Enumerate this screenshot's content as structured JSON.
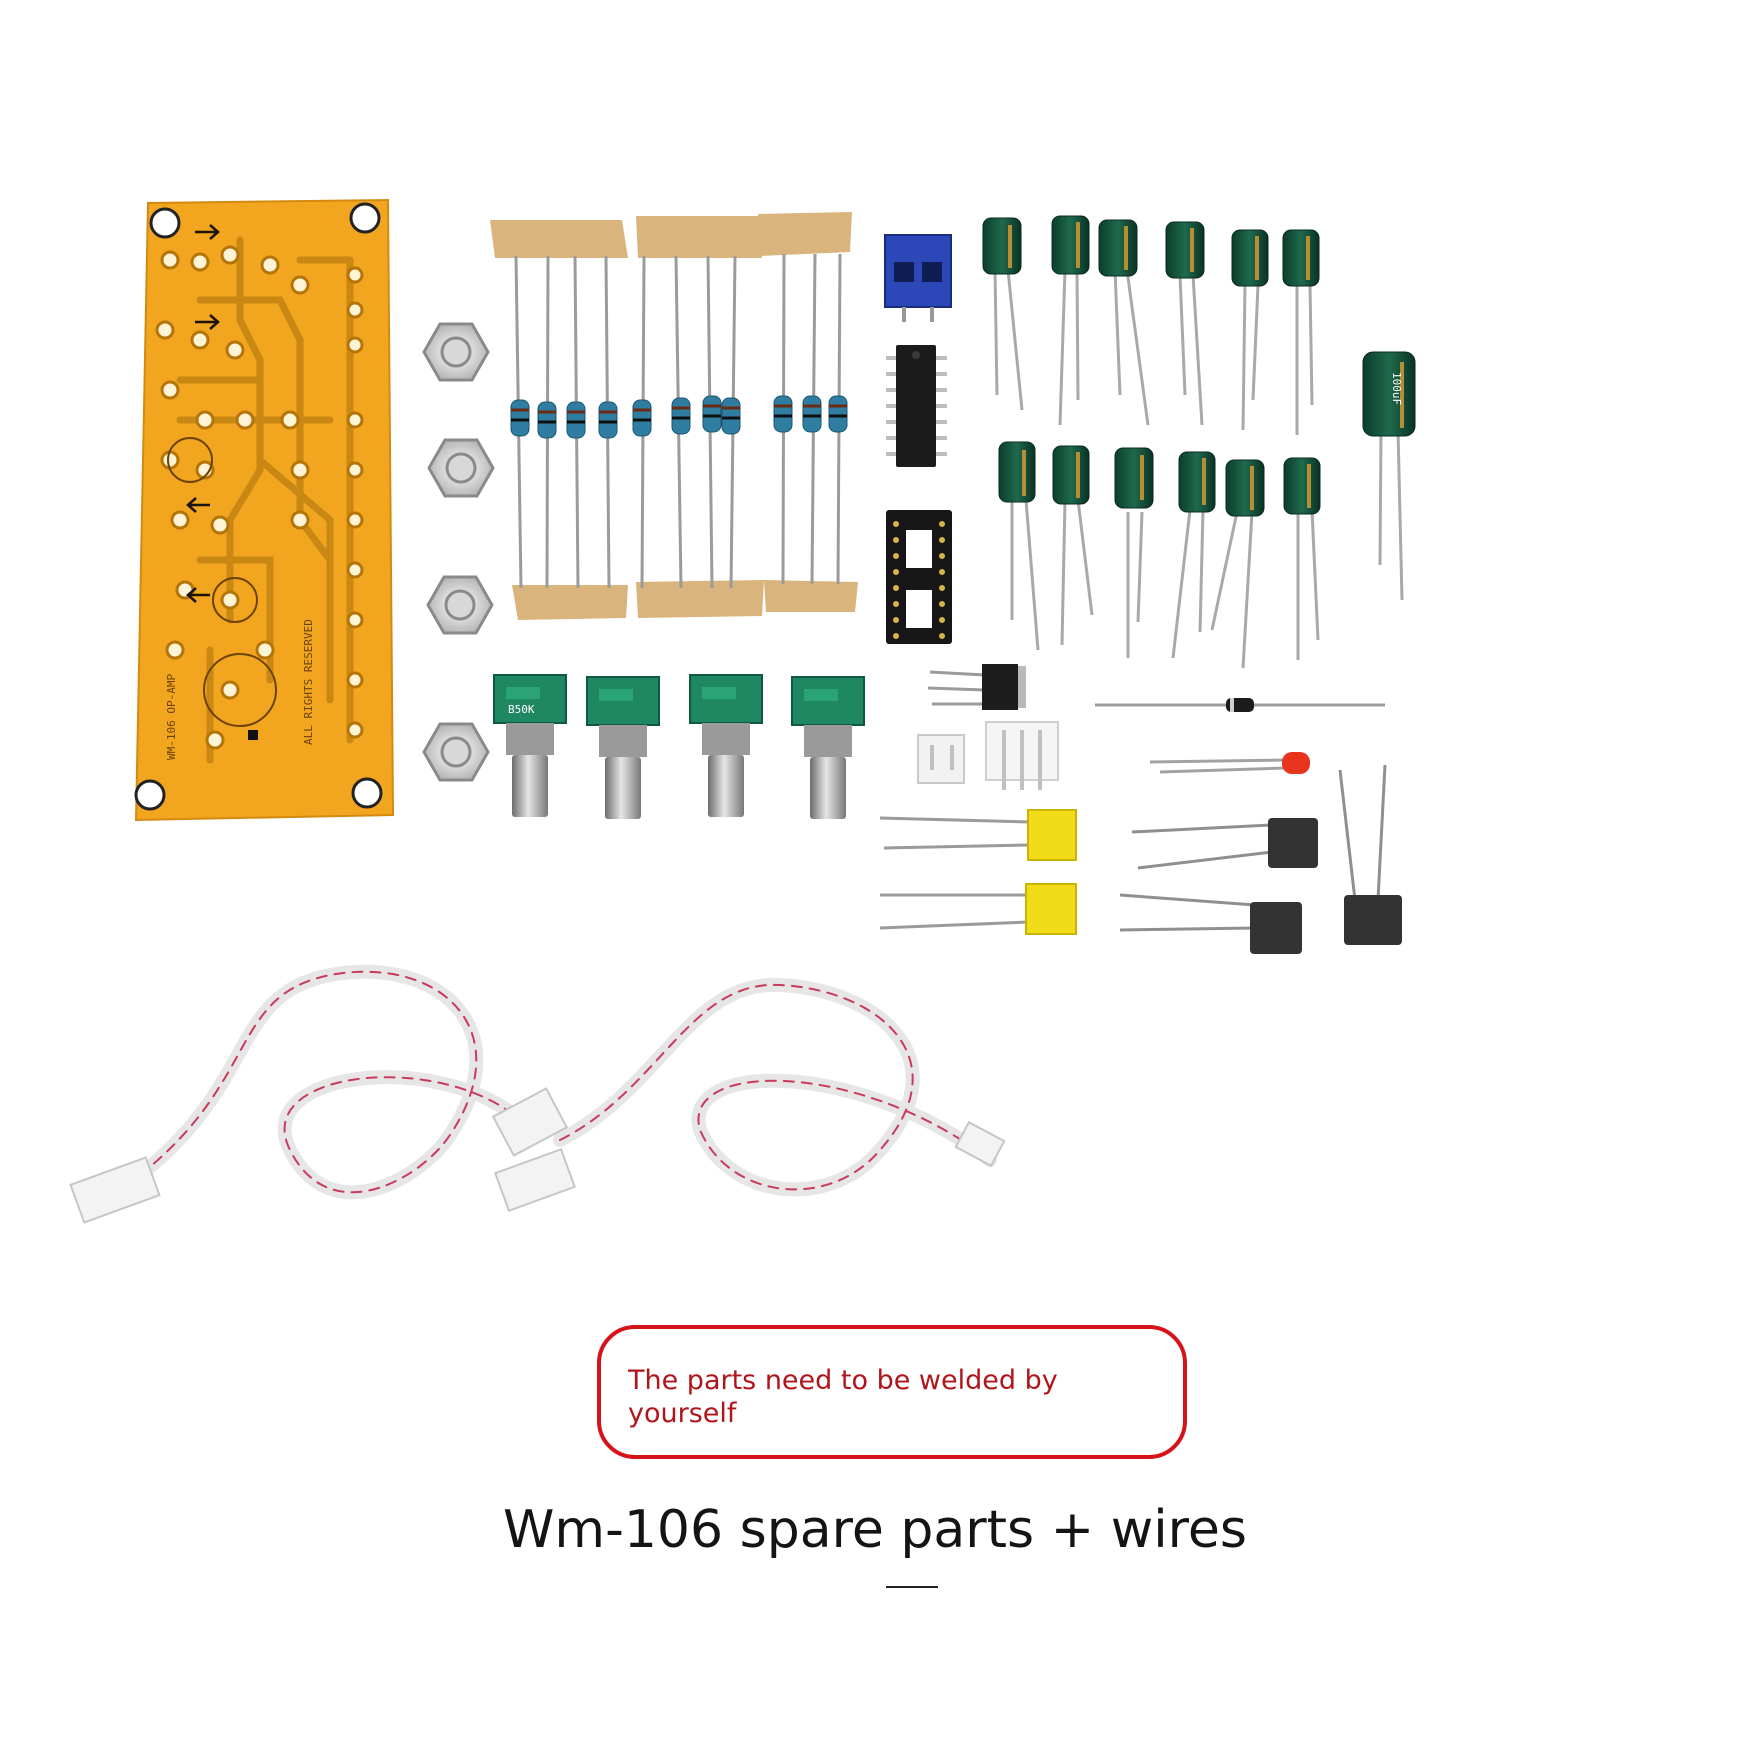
{
  "photo": {
    "pcb_silkscreen": [
      "ALL RIGHTS RESERVED",
      "WM-106 OP-AMP"
    ],
    "potentiometer_label": "B50K",
    "capacitor_label": "100uF"
  },
  "notice": {
    "text": "The parts need to be welded by yourself",
    "border_color": "#d7131a",
    "text_color": "#b0151b"
  },
  "caption": {
    "text": "Wm-106 spare parts + wires"
  }
}
